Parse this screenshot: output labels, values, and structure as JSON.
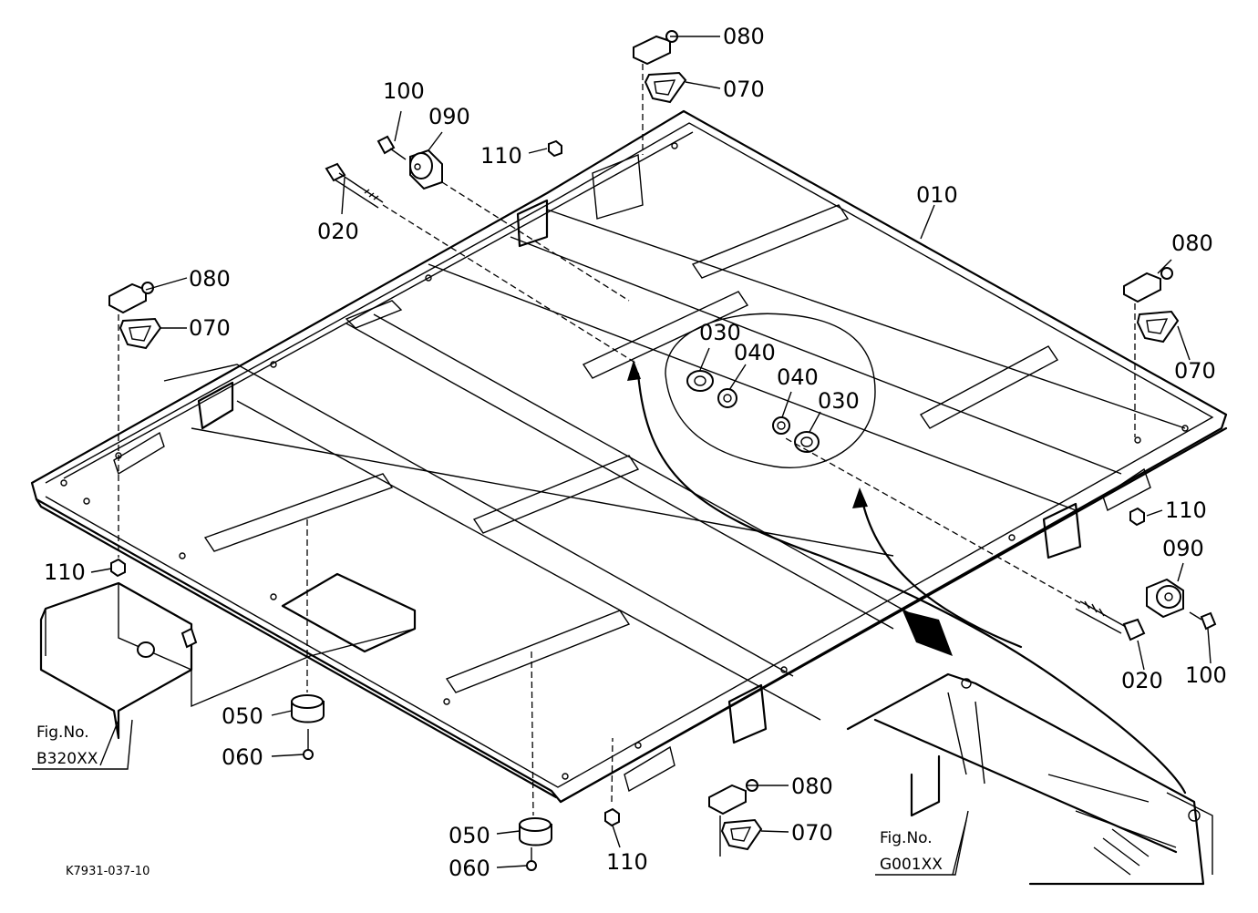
{
  "drawing_code": "K7931-037-10",
  "callouts": {
    "c010": "010",
    "c020a": "020",
    "c020b": "020",
    "c030a": "030",
    "c030b": "030",
    "c040a": "040",
    "c040b": "040",
    "c050a": "050",
    "c050b": "050",
    "c060a": "060",
    "c060b": "060",
    "c070a": "070",
    "c070b": "070",
    "c070c": "070",
    "c070d": "070",
    "c080a": "080",
    "c080b": "080",
    "c080c": "080",
    "c080d": "080",
    "c090a": "090",
    "c090b": "090",
    "c100a": "100",
    "c100b": "100",
    "c110a": "110",
    "c110b": "110",
    "c110c": "110",
    "c110d": "110"
  },
  "fig_refs": {
    "left": {
      "line1": "Fig.No.",
      "line2": "B320XX"
    },
    "right": {
      "line1": "Fig.No.",
      "line2": "G001XX"
    }
  }
}
